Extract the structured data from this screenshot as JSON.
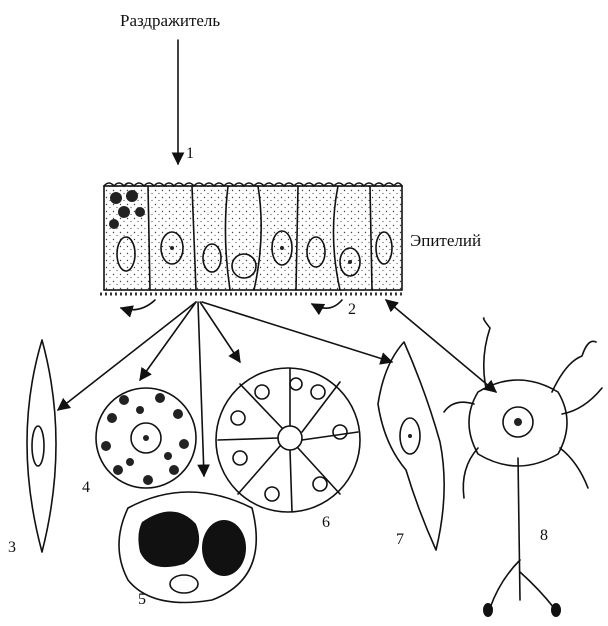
{
  "figure": {
    "stimulus_label": "Раздражитель",
    "epithelium_label": "Эпителий",
    "numbers": {
      "n1": "1",
      "n2": "2",
      "n3": "3",
      "n4": "4",
      "n5": "5",
      "n6": "6",
      "n7": "7",
      "n8": "8"
    }
  }
}
